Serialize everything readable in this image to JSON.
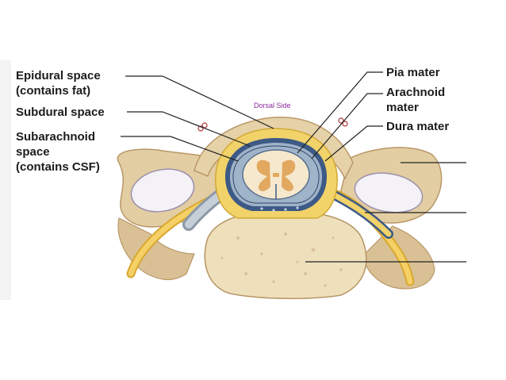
{
  "subtitle": "Dorsal Side",
  "labels": {
    "epidural_line1": "Epidural space",
    "epidural_line2": "(contains fat)",
    "subdural": "Subdural space",
    "subarachnoid_line1": "Subarachnoid",
    "subarachnoid_line2": "space",
    "subarachnoid_line3": "(contains CSF)",
    "pia": "Pia mater",
    "arachnoid_line1": "Arachnoid",
    "arachnoid_line2": "mater",
    "dura": "Dura mater"
  },
  "colors": {
    "bone": "#e9d6ae",
    "bone_shadow": "#c9a978",
    "fat": "#f1d36a",
    "nerve": "#f4c84a",
    "cord": "#f5e8cc",
    "grey_matter": "#e2a860",
    "meninges_blue": "#3d5a86",
    "csf": "#9fb3c9",
    "leader_line": "#222222"
  }
}
